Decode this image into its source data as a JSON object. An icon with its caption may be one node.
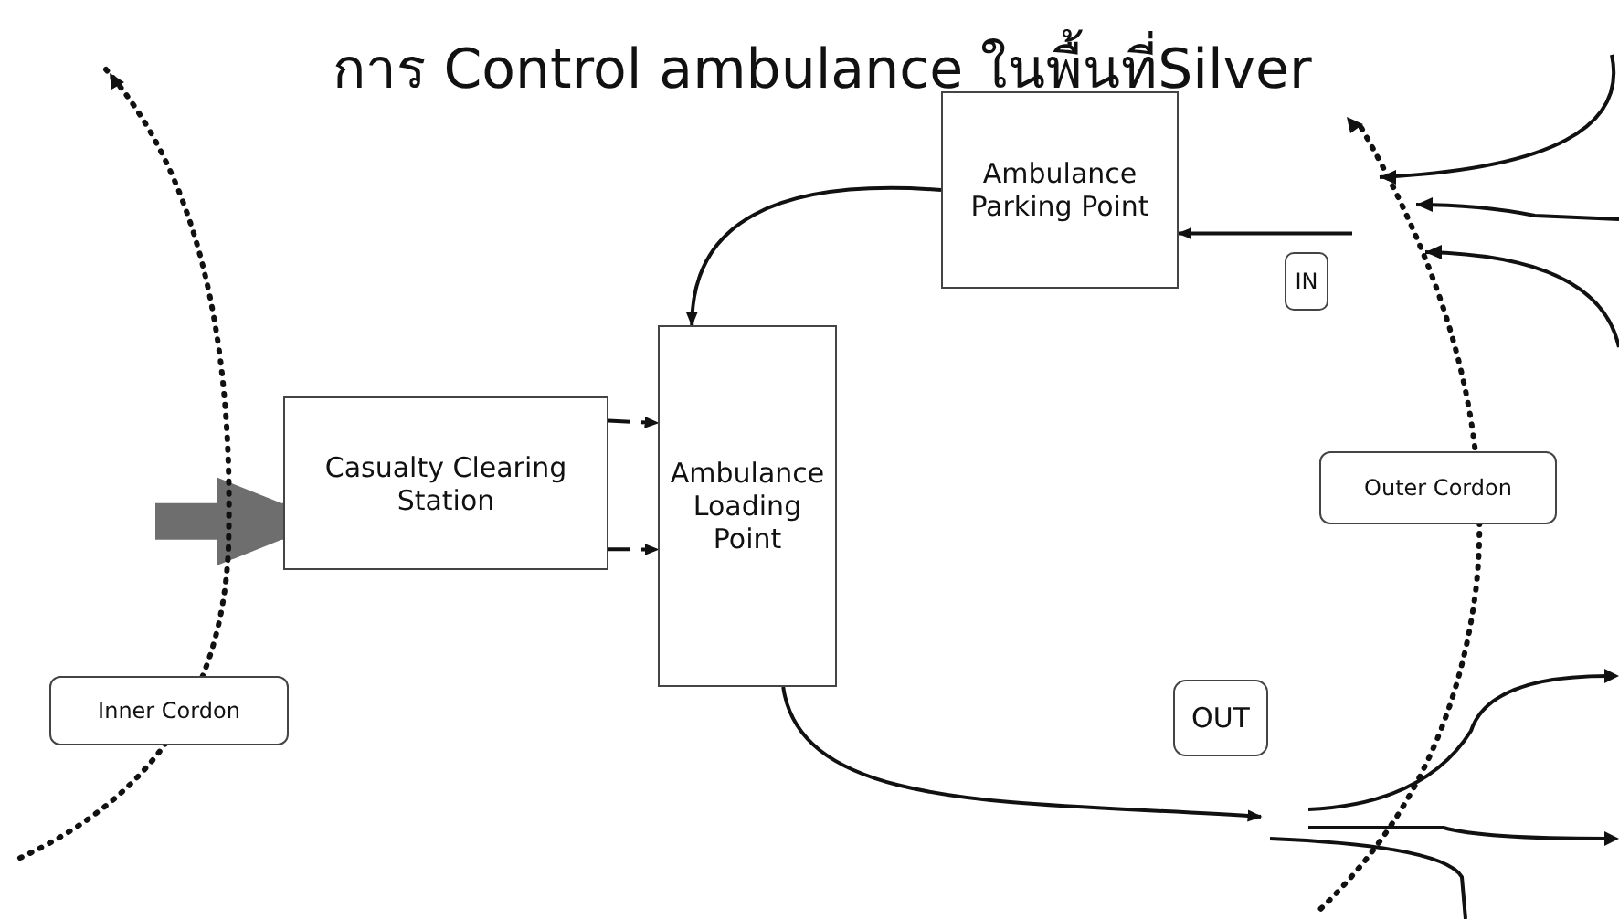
{
  "diagram": {
    "title": "การ Control ambulance ในพื้นที่Silver",
    "nodes": [
      {
        "text": [
          "Ambulance Parking Point"
        ]
      },
      {
        "text": [
          "Casualty Clearing Station"
        ]
      },
      {
        "text": [
          "Ambulance Loading Point"
        ]
      },
      {
        "text": [
          "Inner Cordon"
        ]
      },
      {
        "text": [
          "Outer Cordon"
        ]
      },
      {
        "text": [
          "IN"
        ]
      },
      {
        "text": [
          "OUT"
        ]
      }
    ],
    "edges": [
      {
        "from": 0,
        "to": 2,
        "arrow": "to"
      },
      {
        "from": null,
        "to": 0,
        "arrow": "to"
      },
      {
        "from": 1,
        "to": 2,
        "arrow": "to",
        "style": "dashed"
      },
      {
        "from": 1,
        "to": 2,
        "arrow": "to",
        "style": "dashed"
      },
      {
        "from": null,
        "to": 1,
        "arrow": "to",
        "style": "thick",
        "color": "#6e6e6e"
      },
      {
        "from": 2,
        "to": null,
        "arrow": "to"
      }
    ]
  }
}
